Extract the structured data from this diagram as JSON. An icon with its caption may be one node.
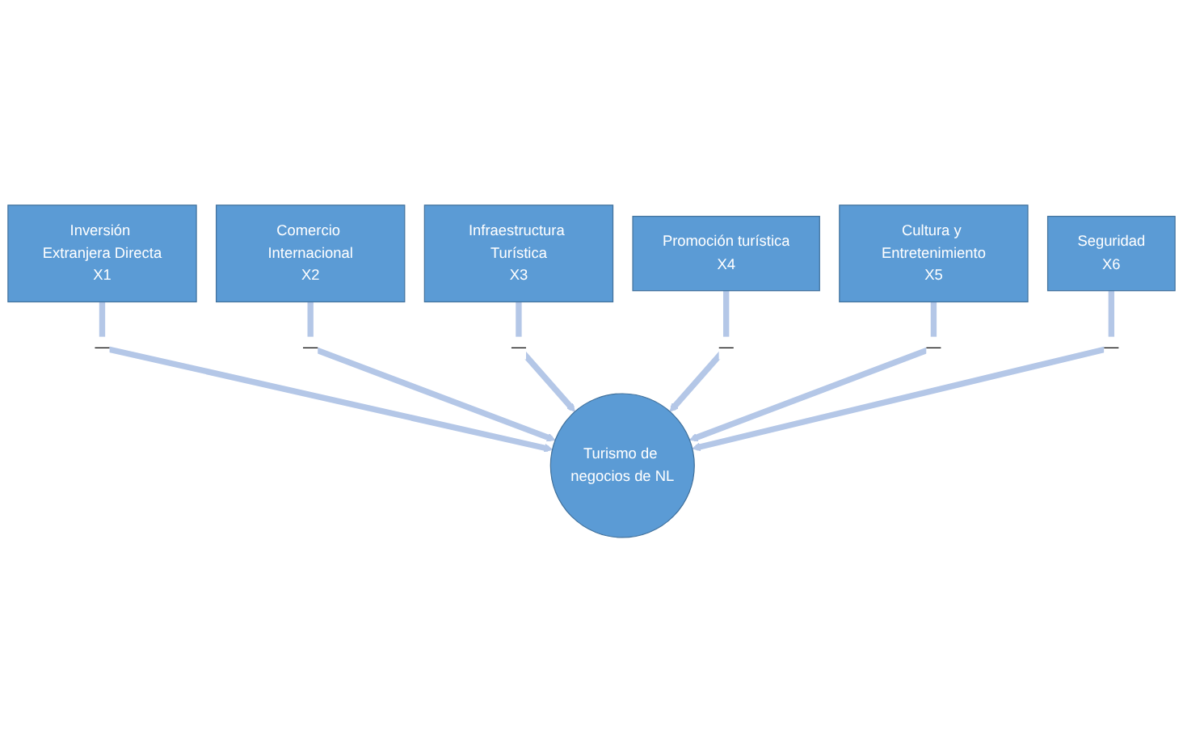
{
  "diagram": {
    "nodes": [
      {
        "text": [
          "Inversión Extranjera Directa",
          "X1"
        ]
      },
      {
        "text": [
          "Comercio Internacional",
          "X2"
        ]
      },
      {
        "text": [
          "Infraestructura Turística",
          "X3"
        ]
      },
      {
        "text": [
          "Promoción turística",
          "X4"
        ]
      },
      {
        "text": [
          "Cultura y Entretenimiento",
          "X5"
        ]
      },
      {
        "text": [
          "Seguridad",
          "X6"
        ]
      },
      {
        "text": [
          "Turismo de negocios de NL"
        ]
      }
    ],
    "edges": [
      {
        "from": 0,
        "to": 6,
        "arrow": "to",
        "label": "—"
      },
      {
        "from": 1,
        "to": 6,
        "arrow": "to",
        "label": "—"
      },
      {
        "from": 2,
        "to": 6,
        "arrow": "to",
        "label": "—"
      },
      {
        "from": 3,
        "to": 6,
        "arrow": "to",
        "label": "—"
      },
      {
        "from": 4,
        "to": 6,
        "arrow": "to",
        "label": "—"
      },
      {
        "from": 5,
        "to": 6,
        "arrow": "to",
        "label": "—"
      }
    ]
  }
}
